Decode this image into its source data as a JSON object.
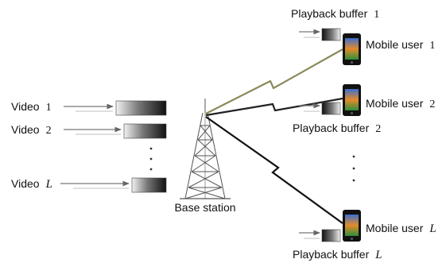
{
  "videos": [
    {
      "prefix": "Video",
      "index": "1"
    },
    {
      "prefix": "Video",
      "index": "2"
    },
    {
      "prefix": "Video",
      "index": "L"
    }
  ],
  "base_station": {
    "label": "Base station"
  },
  "users": [
    {
      "user_prefix": "Mobile user",
      "index": "1",
      "buffer_prefix": "Playback buffer"
    },
    {
      "user_prefix": "Mobile user",
      "index": "2",
      "buffer_prefix": "Playback buffer"
    },
    {
      "user_prefix": "Mobile user",
      "index": "L",
      "buffer_prefix": "Playback buffer"
    }
  ],
  "colors": {
    "buffer_dark": "#111111",
    "buffer_light": "#f2f2f2",
    "arrow": "#777777",
    "link_user1": "#8a8a5a",
    "link_user2": "#222222",
    "link_userL": "#111111",
    "tower": "#555555"
  },
  "icons": {
    "video_queue": "gradient-buffer-bar",
    "base_station": "antenna-tower-icon",
    "mobile_user": "smartphone-icon",
    "wireless_link": "lightning-zigzag"
  }
}
